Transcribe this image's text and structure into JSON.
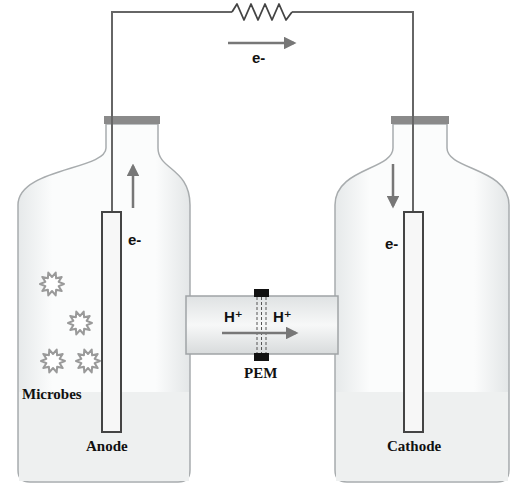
{
  "diagram": {
    "labels": [
      "e-",
      "e-",
      "e-",
      "H⁺",
      "H⁺",
      "PEM",
      "Microbes",
      "Anode",
      "Cathode"
    ]
  }
}
